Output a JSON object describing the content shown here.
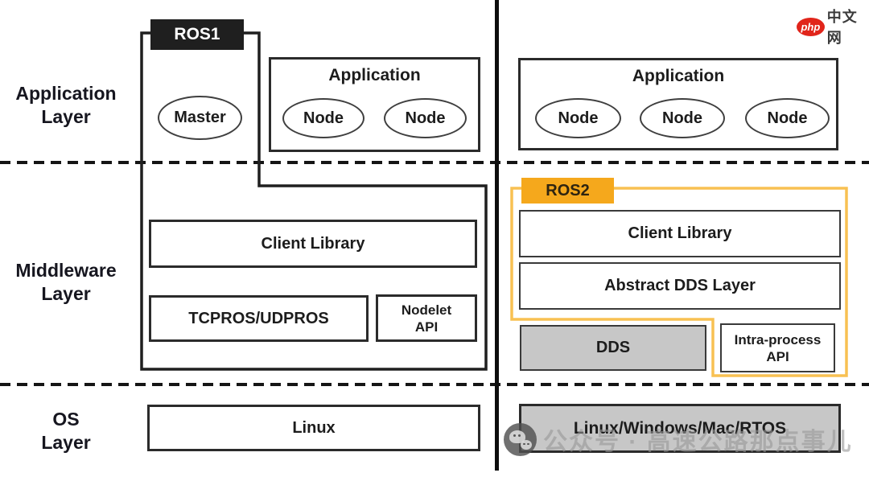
{
  "header_logo": {
    "php_badge": "php",
    "site_name": "中文网"
  },
  "layer_labels": {
    "application": {
      "line1": "Application",
      "line2": "Layer"
    },
    "middleware": {
      "line1": "Middleware",
      "line2": "Layer"
    },
    "os": {
      "line1": "OS",
      "line2": "Layer"
    }
  },
  "ros1": {
    "badge": "ROS1",
    "master_label": "Master",
    "application_box": {
      "title": "Application",
      "nodes": [
        "Node",
        "Node"
      ]
    },
    "client_library": "Client Library",
    "transport": "TCPROS/UDPROS",
    "nodelet_api": {
      "line1": "Nodelet",
      "line2": "API"
    },
    "os_box": "Linux"
  },
  "ros2": {
    "badge": "ROS2",
    "application_box": {
      "title": "Application",
      "nodes": [
        "Node",
        "Node",
        "Node"
      ]
    },
    "client_library": "Client Library",
    "abstract_dds": "Abstract DDS Layer",
    "dds": "DDS",
    "intra_process_api": {
      "line1": "Intra-process",
      "line2": "API"
    },
    "os_box": "Linux/Windows/Mac/RTOS"
  },
  "watermark": {
    "text": "公众号 · 高速公路那点事儿",
    "icon": "wechat-icon"
  },
  "colors": {
    "ros1_badge_bg": "#1f1f1f",
    "ros2_accent": "#F5A81C",
    "ros2_outline": "#F8C152",
    "gray_fill": "#C7C7C7",
    "php_red": "#E1251B",
    "border_dark": "#2b2b2b"
  }
}
